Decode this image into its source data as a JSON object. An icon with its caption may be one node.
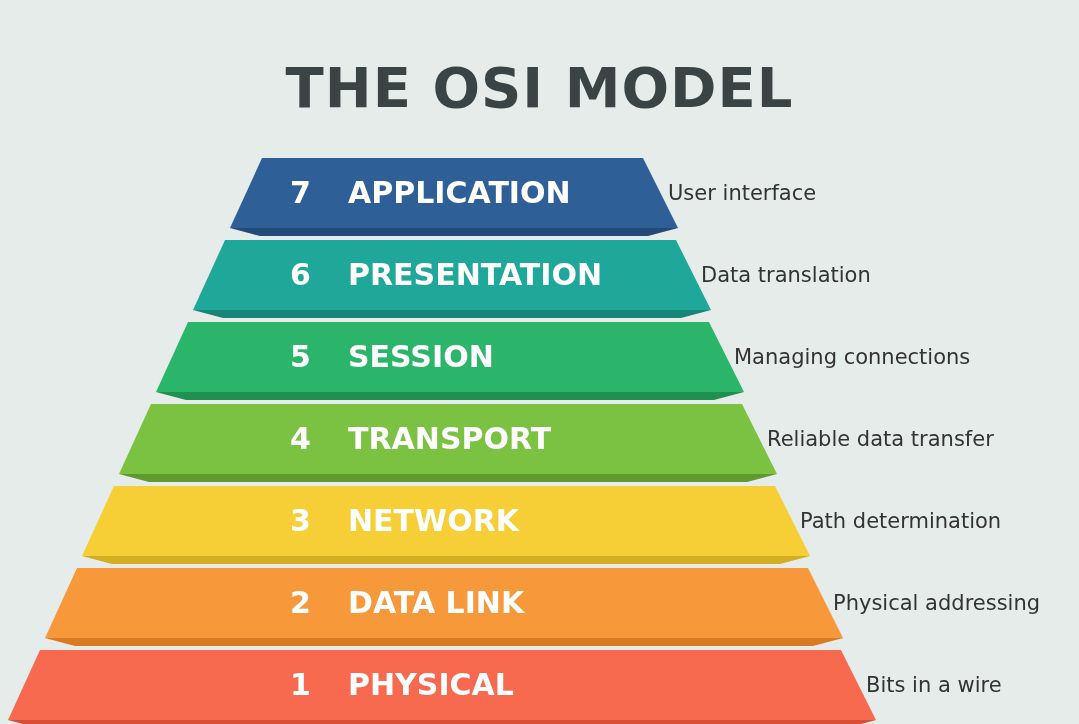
{
  "diagram": {
    "title": "THE OSI MODEL",
    "nodes": [
      {
        "text": [
          "7",
          "APPLICATION"
        ],
        "beside": [
          "User interface"
        ]
      },
      {
        "text": [
          "6",
          "PRESENTATION"
        ],
        "beside": [
          "Data translation"
        ]
      },
      {
        "text": [
          "5",
          "SESSION"
        ],
        "beside": [
          "Managing connections"
        ]
      },
      {
        "text": [
          "4",
          "TRANSPORT"
        ],
        "beside": [
          "Reliable data transfer"
        ]
      },
      {
        "text": [
          "3",
          "NETWORK"
        ],
        "beside": [
          "Path determination"
        ]
      },
      {
        "text": [
          "2",
          "DATA LINK"
        ],
        "beside": [
          "Physical addressing"
        ]
      },
      {
        "text": [
          "1",
          "PHYSICAL"
        ],
        "beside": [
          "Bits in a wire"
        ]
      }
    ]
  }
}
